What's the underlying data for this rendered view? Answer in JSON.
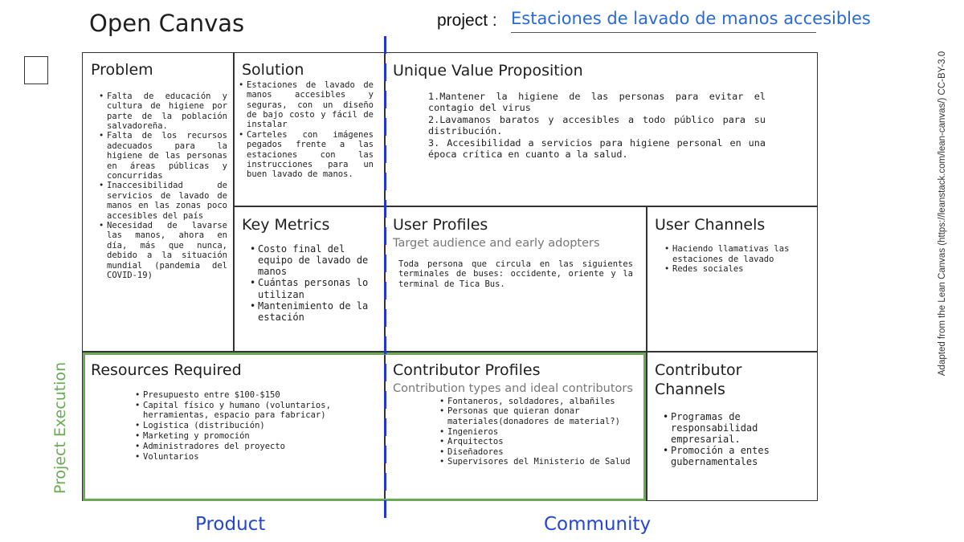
{
  "header": {
    "title": "Open Canvas",
    "project_label": "project :",
    "project_value": "Estaciones de lavado de manos accesibles"
  },
  "problem": {
    "title": "Problem",
    "items": [
      "Falta de educación y cultura de higiene por parte de la población salvadoreña.",
      "Falta de los recursos adecuados para la higiene de las personas en áreas públicas y concurridas",
      "Inaccesibilidad de servicios de lavado de manos en las zonas poco accesibles del país",
      "Necesidad de lavarse las manos, ahora en día, más que nunca, debido a la situación mundial (pandemia del COVID-19)"
    ]
  },
  "solution": {
    "title": "Solution",
    "items": [
      "Estaciones de lavado de manos accesibles y seguras, con un diseño de bajo costo y fácil de instalar",
      "Carteles con imágenes pegados frente a las estaciones con las instrucciones para un buen lavado de manos."
    ]
  },
  "uvp": {
    "title": "Unique Value Proposition",
    "lines": [
      "1.Mantener la higiene de las personas para evitar el contagio del virus",
      "2.Lavamanos baratos y accesibles a todo público para su distribución.",
      "3. Accesibilidad a servicios para higiene personal en una época crítica en cuanto a la salud."
    ]
  },
  "key_metrics": {
    "title": "Key Metrics",
    "items": [
      "Costo final del equipo de lavado de manos",
      "Cuántas personas lo utilizan",
      "Mantenimiento de la estación"
    ]
  },
  "user_profiles": {
    "title": "User Profiles",
    "subtitle": "Target audience and early adopters",
    "text": "Toda persona que circula en las siguientes terminales de buses: occidente, oriente y la terminal de Tica Bus."
  },
  "user_channels": {
    "title": "User Channels",
    "items": [
      "Haciendo llamativas las estaciones de lavado",
      "Redes sociales"
    ]
  },
  "resources": {
    "title": "Resources Required",
    "items": [
      "Presupuesto entre $100-$150",
      "Capital físico y humano (voluntarios, herramientas, espacio para fabricar)",
      "Logistica (distribución)",
      "Marketing y promoción",
      "Administradores del proyecto",
      "Voluntarios"
    ]
  },
  "contributor_profiles": {
    "title": "Contributor Profiles",
    "subtitle": "Contribution types and ideal contributors",
    "items": [
      "Fontaneros, soldadores, albañiles",
      "Personas que quieran donar materiales(donadores de material?)",
      "Ingenieros",
      "Arquitectos",
      "Diseñadores",
      "Supervisores del Ministerio de Salud"
    ]
  },
  "contributor_channels": {
    "title_line1": "Contributor",
    "title_line2": "Channels",
    "items": [
      "Programas de responsabilidad empresarial.",
      "Promoción a entes gubernamentales"
    ]
  },
  "labels": {
    "project_execution": "Project Execution",
    "product": "Product",
    "community": "Community",
    "attribution": "Adapted from the Lean Canvas (https://leanstack.com/lean-canvas/) CC-BY-3.0"
  },
  "colors": {
    "execution_green": "#6aaa55",
    "axis_blue": "#2346d6",
    "project_value_blue": "#2a6ad8"
  }
}
